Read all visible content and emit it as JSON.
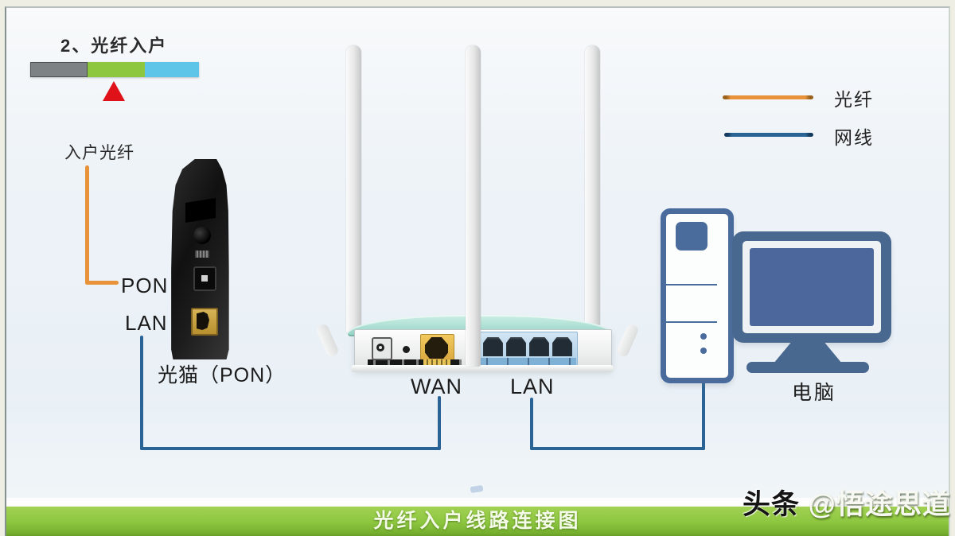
{
  "header": {
    "step_title": "2、光纤入户",
    "progress": {
      "segment_colors": [
        "#7d8285",
        "#8dc63f",
        "#5ec5e9"
      ],
      "pointer_color": "#df1219",
      "pointer_position": "middle-segment"
    }
  },
  "legend": {
    "fiber": {
      "label": "光纤",
      "color": "#e8923a"
    },
    "ethernet": {
      "label": "网线",
      "color": "#2a6496"
    }
  },
  "diagram": {
    "incoming_fiber_label": "入户光纤",
    "modem": {
      "pon_port_label": "PON",
      "lan_port_label": "LAN",
      "caption": "光猫（PON）"
    },
    "router": {
      "wan_port_label": "WAN",
      "lan_port_label": "LAN",
      "lan_port_count": 4
    },
    "computer": {
      "caption": "电脑"
    },
    "connections": [
      {
        "from": "入户光纤",
        "to": "光猫 PON",
        "cable": "光纤",
        "color": "#e8923a"
      },
      {
        "from": "光猫 LAN",
        "to": "路由器 WAN",
        "cable": "网线",
        "color": "#2a6496"
      },
      {
        "from": "路由器 LAN",
        "to": "电脑",
        "cable": "网线",
        "color": "#2a6496"
      }
    ]
  },
  "footer": {
    "title": "光纤入户线路连接图",
    "bar_color": "#8cc63f"
  },
  "watermark": {
    "prefix": "头条 ",
    "handle": "@悟途思道"
  }
}
